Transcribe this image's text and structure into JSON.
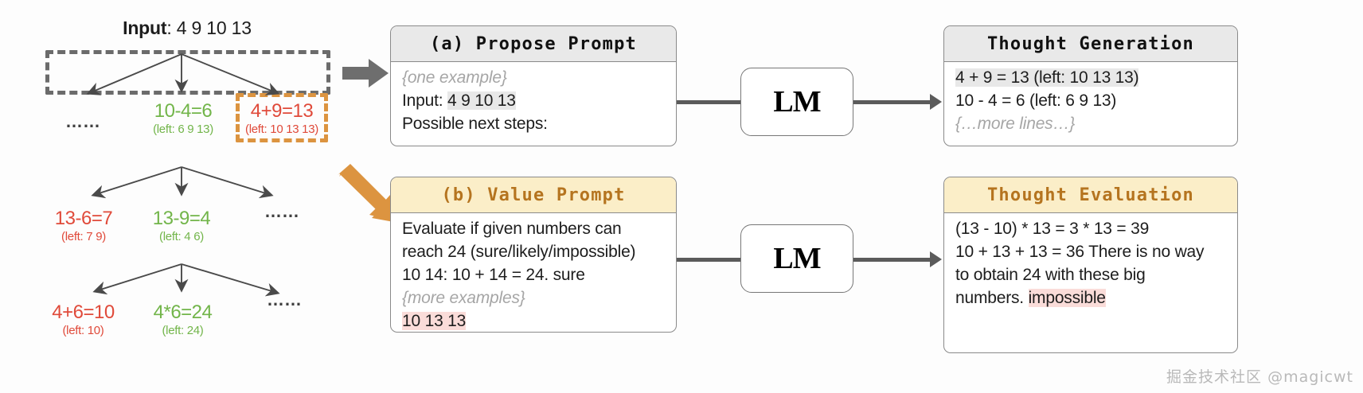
{
  "tree": {
    "title_label": "Input",
    "title_value": ": 4 9 10 13",
    "level1": [
      {
        "dots": "……"
      },
      {
        "expr": "10-4=6",
        "left": "(left: 6 9 13)",
        "color": "green"
      },
      {
        "expr": "4+9=13",
        "left": "(left: 10 13 13)",
        "color": "red"
      }
    ],
    "level2": [
      {
        "expr": "13-6=7",
        "left": "(left: 7 9)",
        "color": "red"
      },
      {
        "expr": "13-9=4",
        "left": "(left: 4 6)",
        "color": "green"
      },
      {
        "dots": "……"
      }
    ],
    "level3": [
      {
        "expr": "4+6=10",
        "left": "(left: 10)",
        "color": "red"
      },
      {
        "expr": "4*6=24",
        "left": "(left: 24)",
        "color": "green"
      },
      {
        "dots": "……"
      }
    ],
    "highlight_colors": {
      "gray_dash": "#6b6b6b",
      "orange_dash": "#dc9440"
    }
  },
  "propose_prompt": {
    "header": "(a) Propose Prompt",
    "lines": [
      {
        "text": "{one example}",
        "style": "muted"
      },
      {
        "prefix": "Input: ",
        "highlight": "4 9 10 13",
        "style": "hl-gray"
      },
      {
        "text": "Possible next steps:",
        "style": "plain"
      }
    ]
  },
  "value_prompt": {
    "header": "(b) Value Prompt",
    "lines": [
      {
        "text": "Evaluate if given numbers can",
        "style": "plain"
      },
      {
        "text": "reach 24 (sure/likely/impossible)",
        "style": "plain"
      },
      {
        "text": "10 14: 10 + 14 = 24. sure",
        "style": "plain"
      },
      {
        "text": "{more examples}",
        "style": "muted"
      },
      {
        "text": "10 13 13",
        "style": "hl-pink"
      }
    ]
  },
  "thought_generation": {
    "header": "Thought Generation",
    "lines": [
      {
        "text": "4 + 9 = 13 (left: 10 13 13)",
        "style": "hl-gray"
      },
      {
        "text": "10 - 4 = 6 (left: 6 9 13)",
        "style": "plain"
      },
      {
        "text": "{…more lines…}",
        "style": "muted"
      }
    ]
  },
  "thought_evaluation": {
    "header": "Thought Evaluation",
    "lines": [
      {
        "text": "(13 - 10) * 13 = 3 * 13 = 39",
        "style": "plain"
      },
      {
        "text": "10 + 13 + 13 = 36 There is no way",
        "style": "plain"
      },
      {
        "text": "to obtain 24 with these big",
        "style": "plain"
      },
      {
        "prefix": "numbers. ",
        "highlight": "impossible",
        "style": "hl-pink"
      }
    ]
  },
  "lm_top": {
    "label": "LM"
  },
  "lm_bottom": {
    "label": "LM"
  },
  "watermark": {
    "text": "掘金技术社区 @magicwt"
  }
}
